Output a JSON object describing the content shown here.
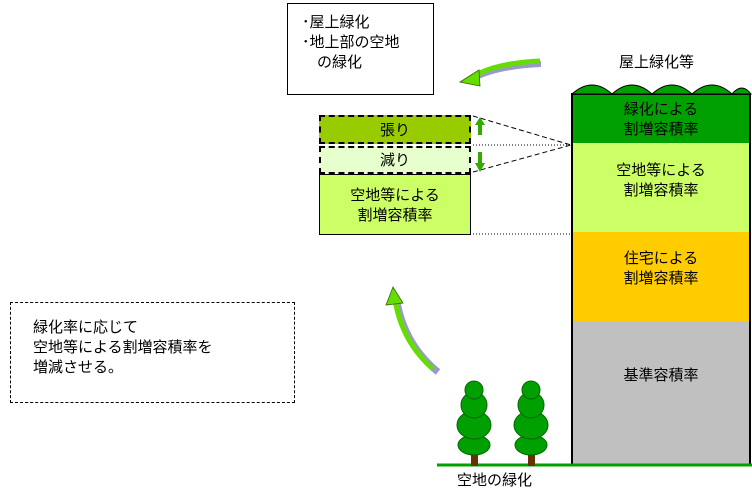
{
  "callout": {
    "lines": [
      "･屋上緑化",
      "･地上部の空地",
      "　の緑化"
    ]
  },
  "roof_label": "屋上緑化等",
  "building": {
    "greening": [
      "緑化による",
      "割増容積率"
    ],
    "open_space": [
      "空地等による",
      "割増容積率"
    ],
    "housing": [
      "住宅による",
      "割増容積率"
    ],
    "base": "基準容積率"
  },
  "adjust": {
    "increase": "張り",
    "decrease": "減り",
    "open_space": [
      "空地等による",
      "割増容積率"
    ]
  },
  "note": {
    "lines": [
      "緑化率に応じて",
      "空地等による割増容積率を",
      "増減させる。"
    ]
  },
  "ground_label": "空地の緑化",
  "colors": {
    "greening": "#00a000",
    "open_space": "#ccff66",
    "housing": "#ffcc00",
    "base": "#c0c0c0",
    "increase": "#99cc00",
    "decrease": "#e6ffcc",
    "tree_crown": "#00a000",
    "trunk": "#663300"
  }
}
